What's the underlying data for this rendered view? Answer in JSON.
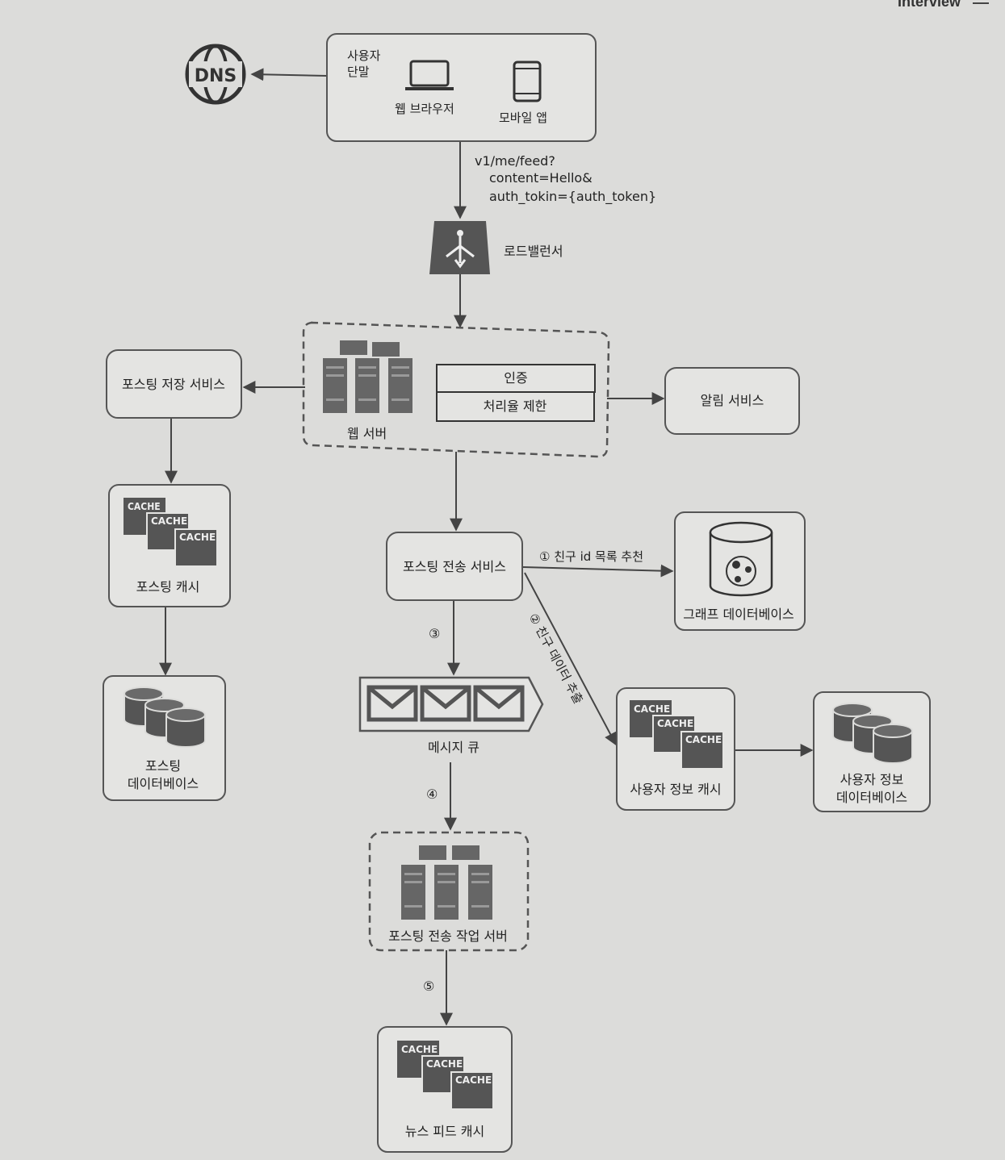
{
  "header": {
    "word": "Interview"
  },
  "colors": {
    "background": "#dcdcda",
    "stroke": "#444444",
    "icon": "#555555",
    "box_fill": "#e4e4e2"
  },
  "nodes": {
    "user_device": {
      "title": "사용자\n단말",
      "browser": "웹 브라우저",
      "mobile": "모바일 앱"
    },
    "dns": {
      "label": "DNS"
    },
    "load_balancer": {
      "label": "로드밸런서"
    },
    "web_server": {
      "label": "웹 서버",
      "auth": "인증",
      "rate_limit": "처리율 제한"
    },
    "post_storage_service": {
      "label": "포스팅 저장 서비스"
    },
    "notification_service": {
      "label": "알림 서비스"
    },
    "post_cache": {
      "label": "포스팅 캐시"
    },
    "post_database": {
      "label": "포스팅\n데이터베이스"
    },
    "fanout_service": {
      "label": "포스팅 전송 서비스"
    },
    "graph_database": {
      "label": "그래프 데이터베이스"
    },
    "message_queue": {
      "label": "메시지 큐"
    },
    "user_cache": {
      "label": "사용자 정보 캐시"
    },
    "user_database": {
      "label": "사용자 정보\n데이터베이스"
    },
    "fanout_workers": {
      "label": "포스팅 전송 작업 서버"
    },
    "newsfeed_cache": {
      "label": "뉴스 피드 캐시"
    }
  },
  "cache_labels": [
    "CACHE",
    "CACHE",
    "CACHE"
  ],
  "edges": {
    "request": [
      "v1/me/feed?",
      "content=Hello&",
      "auth_tokin={auth_token}"
    ],
    "step1": "① 친구 id 목록 추천",
    "step2": "② 친구 데이터 추출",
    "step3": "③",
    "step4": "④",
    "step5": "⑤"
  }
}
